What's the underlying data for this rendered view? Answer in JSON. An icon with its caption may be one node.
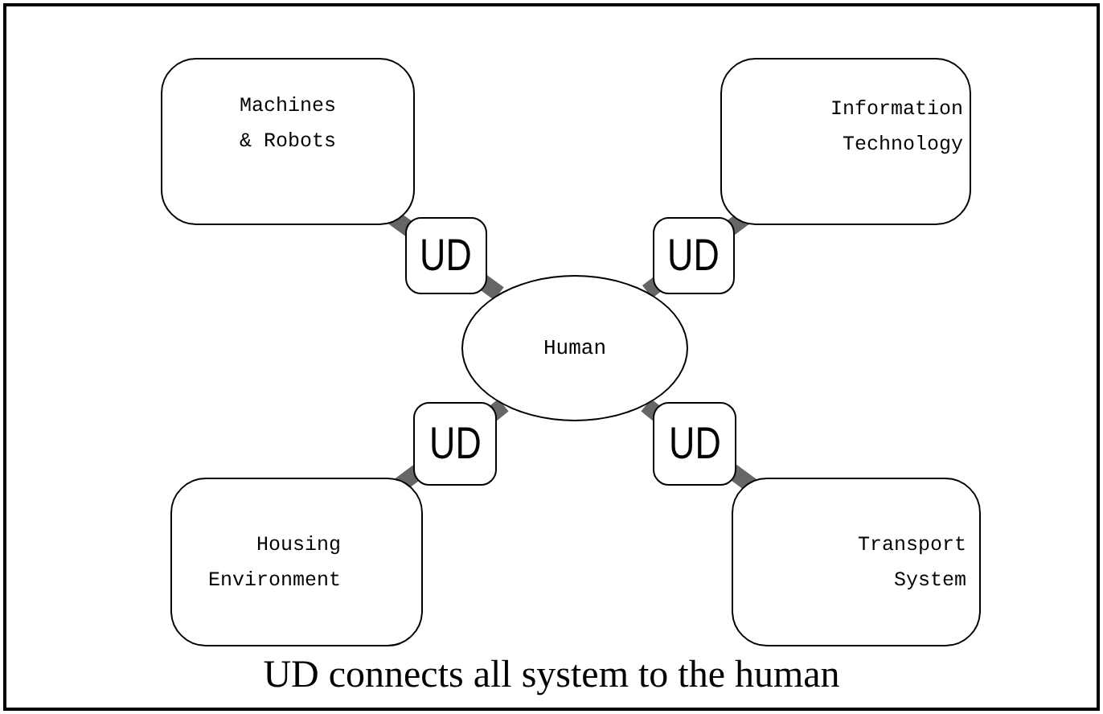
{
  "diagram": {
    "caption": "UD connects all system to the human",
    "nodes": [
      {
        "text": [
          "Machines & Robots"
        ]
      },
      {
        "text": [
          "Information Technology"
        ]
      },
      {
        "text": [
          "UD"
        ]
      },
      {
        "text": [
          "UD"
        ]
      },
      {
        "text": [
          "Human"
        ]
      },
      {
        "text": [
          "UD"
        ]
      },
      {
        "text": [
          "UD"
        ]
      },
      {
        "text": [
          "Housing Environment"
        ]
      },
      {
        "text": [
          "Transport System"
        ]
      }
    ],
    "edges": [
      {
        "from": 0,
        "to": 2,
        "arrow": "none"
      },
      {
        "from": 2,
        "to": 4,
        "arrow": "none"
      },
      {
        "from": 1,
        "to": 3,
        "arrow": "none"
      },
      {
        "from": 3,
        "to": 4,
        "arrow": "none"
      },
      {
        "from": 4,
        "to": 5,
        "arrow": "none"
      },
      {
        "from": 5,
        "to": 7,
        "arrow": "none"
      },
      {
        "from": 4,
        "to": 6,
        "arrow": "none"
      },
      {
        "from": 6,
        "to": 8,
        "arrow": "none"
      }
    ]
  }
}
